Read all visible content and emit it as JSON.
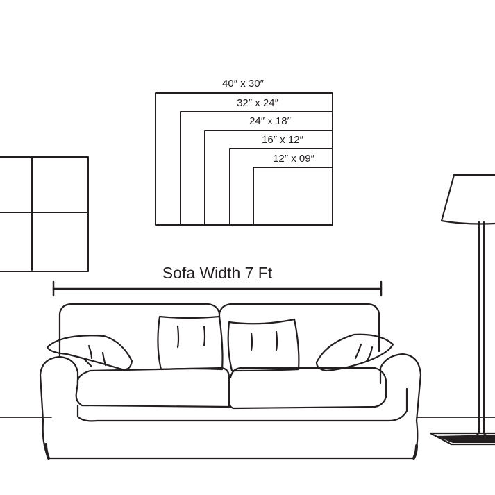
{
  "canvas_sizes": [
    {
      "id": "40x30",
      "label": "40″ x 30″"
    },
    {
      "id": "32x24",
      "label": "32″ x 24″"
    },
    {
      "id": "24x18",
      "label": "24″ x 18″"
    },
    {
      "id": "16x12",
      "label": "16″ x 12″"
    },
    {
      "id": "12x09",
      "label": "12″ x 09″"
    }
  ],
  "sofa": {
    "width_label": "Sofa Width 7 Ft"
  },
  "colors": {
    "line": "#231f20",
    "background": "#ffffff"
  },
  "icons": [
    "window-icon",
    "sofa-icon",
    "floor-lamp-icon"
  ]
}
